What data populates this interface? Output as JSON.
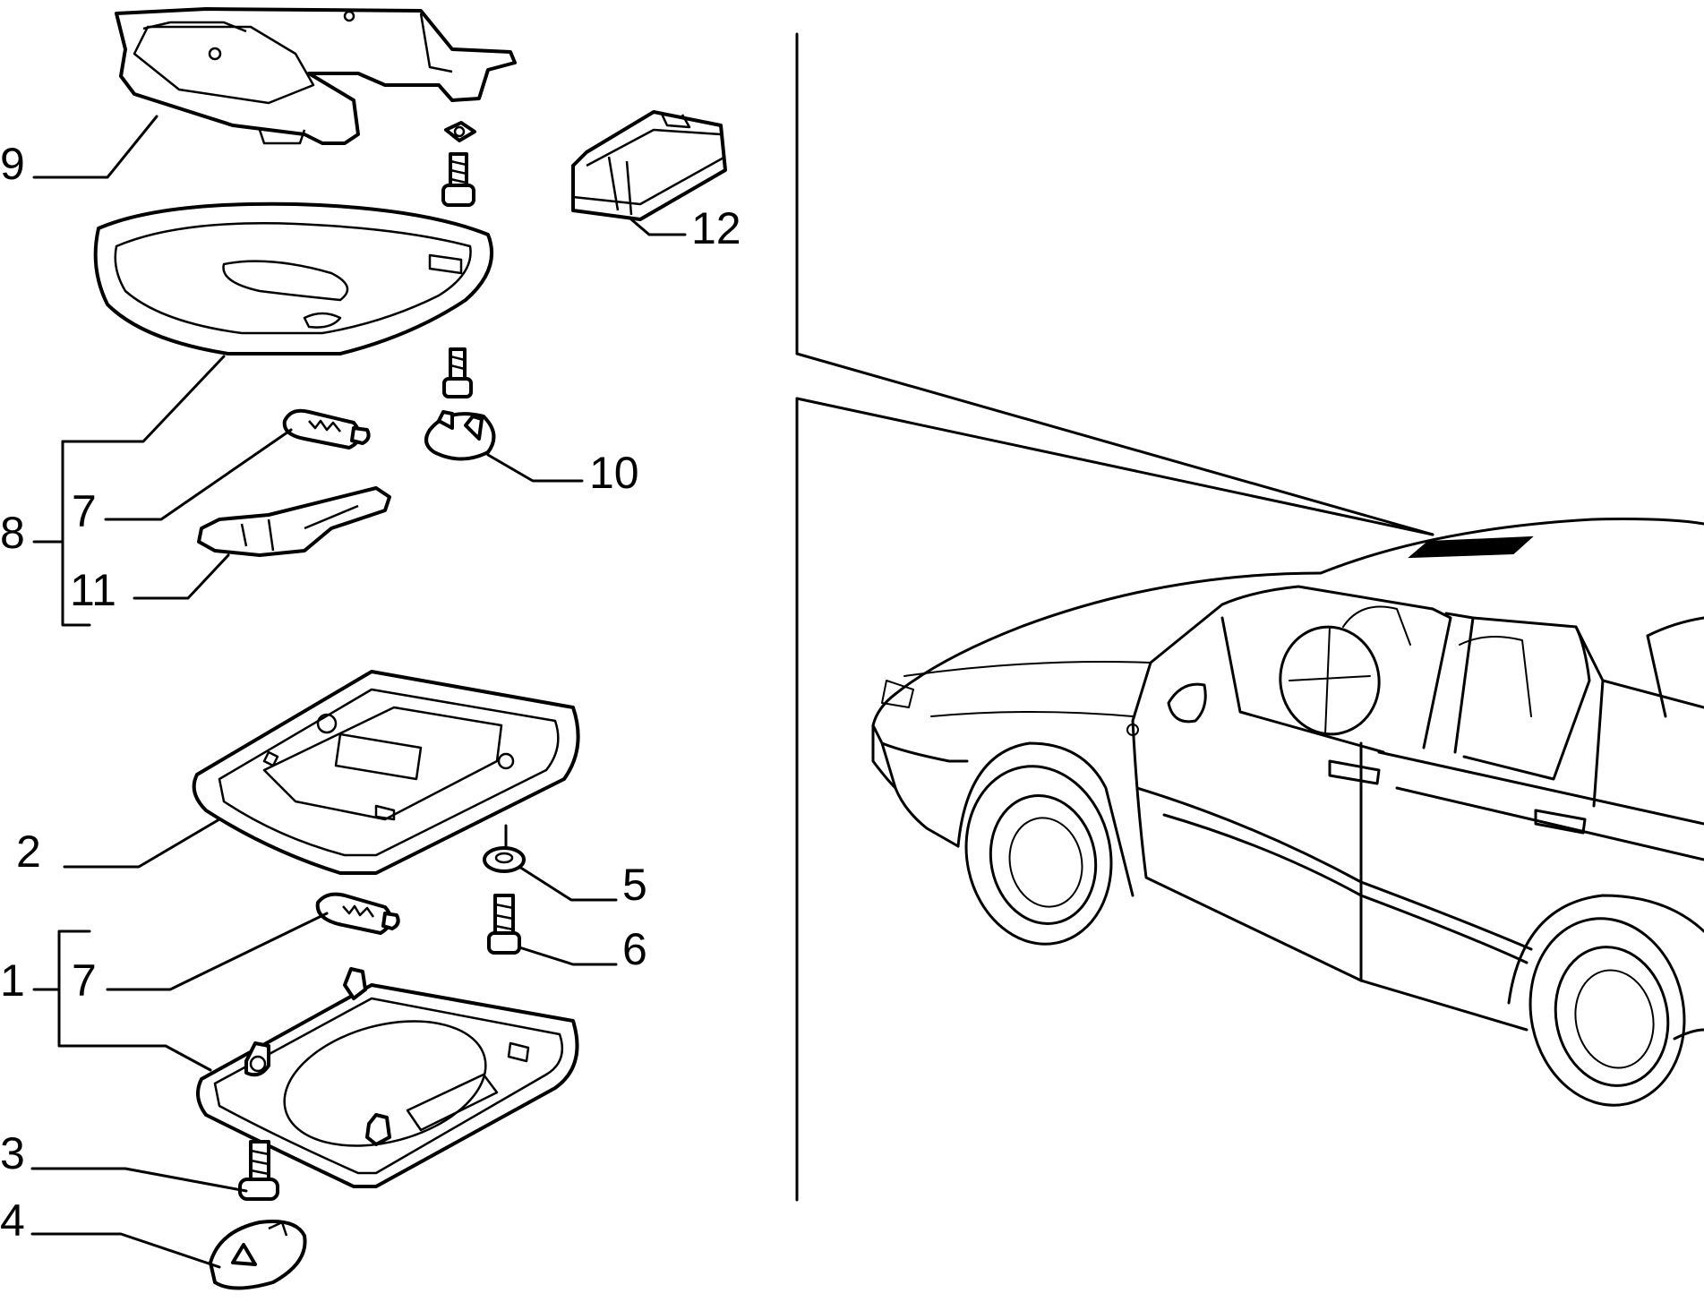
{
  "callouts": [
    {
      "id": "9",
      "text": "9"
    },
    {
      "id": "12",
      "text": "12"
    },
    {
      "id": "10",
      "text": "10"
    },
    {
      "id": "8",
      "text": "8"
    },
    {
      "id": "7a",
      "text": "7"
    },
    {
      "id": "11",
      "text": "11"
    },
    {
      "id": "2",
      "text": "2"
    },
    {
      "id": "5",
      "text": "5"
    },
    {
      "id": "6",
      "text": "6"
    },
    {
      "id": "1",
      "text": "1"
    },
    {
      "id": "7b",
      "text": "7"
    },
    {
      "id": "3",
      "text": "3"
    },
    {
      "id": "4",
      "text": "4"
    }
  ]
}
